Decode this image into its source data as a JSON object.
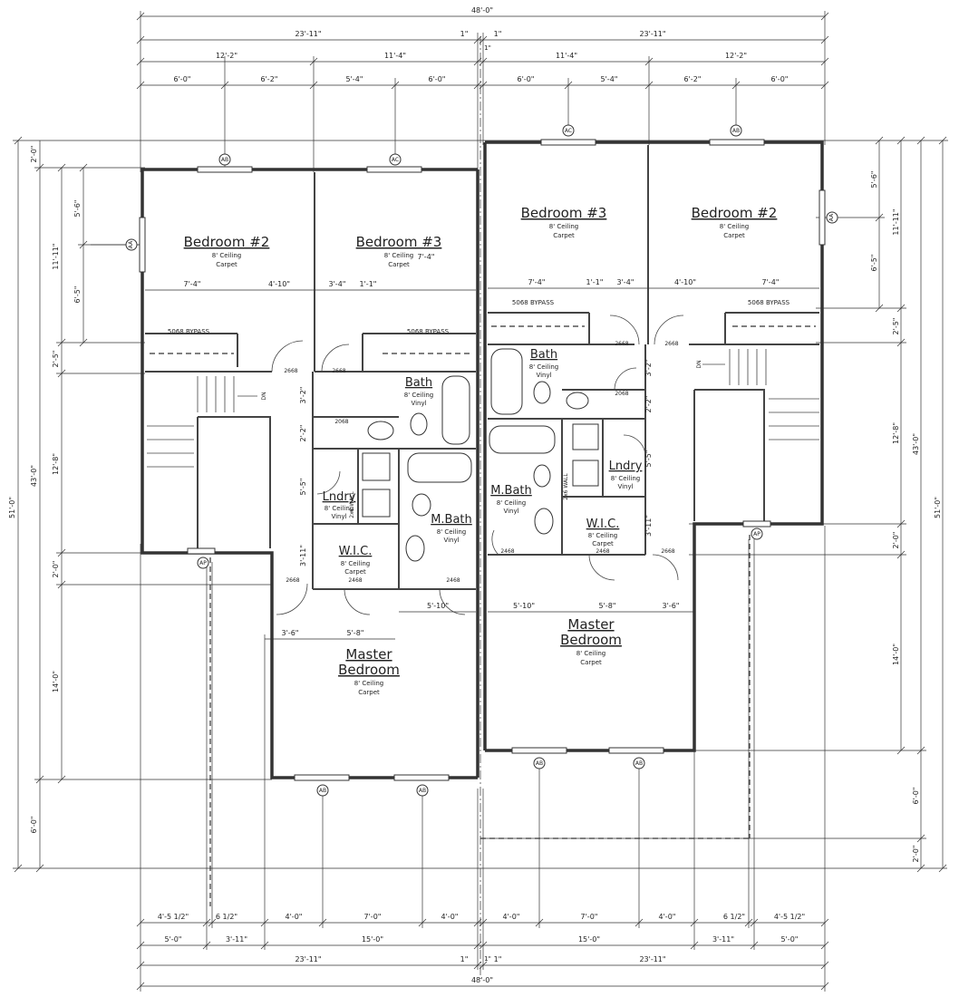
{
  "dims_top": {
    "overall": "48'-0\"",
    "half_left": "23'-11\"",
    "half_right": "23'-11\"",
    "party_l": "1\"",
    "party_r": "1\"",
    "l_a": "12'-2\"",
    "l_b": "11'-4\"",
    "r_a": "11'-4\"",
    "r_b": "12'-2\"",
    "s1": "6'-0\"",
    "s2": "6'-2\"",
    "s3": "5'-4\"",
    "s4": "6'-0\"",
    "s5": "6'-0\"",
    "s6": "5'-4\"",
    "s7": "6'-2\"",
    "s8": "6'-0\""
  },
  "dims_bottom": {
    "a1": "4'-5 1/2\"",
    "a2": "6 1/2\"",
    "a3": "4'-0\"",
    "a4": "7'-0\"",
    "a5": "4'-0\"",
    "a6": "4'-0\"",
    "a7": "7'-0\"",
    "a8": "4'-0\"",
    "a9": "6 1/2\"",
    "a10": "4'-5 1/2\"",
    "b1": "5'-0\"",
    "b2": "3'-11\"",
    "b3": "15'-0\"",
    "b4": "15'-0\"",
    "b5": "3'-11\"",
    "b6": "5'-0\"",
    "c1": "23'-11\"",
    "c2": "1\"",
    "c3": "1\"",
    "c4": "23'-11\"",
    "overall": "48'-0\""
  },
  "dims_left": {
    "overall": "51'-0\"",
    "sub": "43'-0\"",
    "top": "2'-0\"",
    "a": "11'-11\"",
    "a1": "5'-6\"",
    "a2": "6'-5\"",
    "b": "2'-5\"",
    "c": "12'-8\"",
    "d": "2'-0\"",
    "e": "14'-0\"",
    "f": "6'-0\""
  },
  "dims_right": {
    "overall": "51'-0\"",
    "sub": "43'-0\"",
    "a": "11'-11\"",
    "a1": "5'-6\"",
    "a2": "6'-5\"",
    "b": "2'-5\"",
    "c": "12'-8\"",
    "d": "2'-0\"",
    "e": "14'-0\"",
    "f": "6'-0\"",
    "g": "2'-0\""
  },
  "interior": {
    "l1": "7'-4\"",
    "l2": "4'-10\"",
    "l3": "3'-4\"",
    "l4": "1'-1\"",
    "l5": "7'-4\"",
    "r1": "7'-4\"",
    "r2": "1'-1\"",
    "r3": "3'-4\"",
    "r4": "4'-10\"",
    "r5": "7'-4\"",
    "lv1": "3'-2\"",
    "lv2": "2'-2\"",
    "lv3": "5'-5\"",
    "lv4": "3'-11\"",
    "rv1": "3'-2\"",
    "rv2": "2'-2\"",
    "rv3": "5'-5\"",
    "rv4": "3'-11\"",
    "lm1": "5'-10\"",
    "lm2": "3'-6\"",
    "lm3": "5'-8\"",
    "rm1": "5'-10\"",
    "rm2": "5'-8\"",
    "rm3": "3'-6\""
  },
  "rooms_left": {
    "bed2": "Bedroom #2",
    "bed2_c": "8' Ceiling",
    "bed2_f": "Carpet",
    "bed3": "Bedroom #3",
    "bed3_c": "8' Ceiling",
    "bed3_f": "Carpet",
    "bath": "Bath",
    "bath_c": "8' Ceiling",
    "bath_f": "Vinyl",
    "lndry": "Lndry",
    "lndry_c": "8' Ceiling",
    "lndry_f": "Vinyl",
    "mbath": "M.Bath",
    "mbath_c": "8' Ceiling",
    "mbath_f": "Vinyl",
    "wic": "W.I.C.",
    "wic_c": "8' Ceiling",
    "wic_f": "Carpet",
    "master1": "Master",
    "master2": "Bedroom",
    "master_c": "8' Ceiling",
    "master_f": "Carpet"
  },
  "rooms_right": {
    "bed3": "Bedroom #3",
    "bed3_c": "8' Ceiling",
    "bed3_f": "Carpet",
    "bed2": "Bedroom #2",
    "bed2_c": "8' Ceiling",
    "bed2_f": "Carpet",
    "bath": "Bath",
    "bath_c": "8' Ceiling",
    "bath_f": "Vinyl",
    "lndry": "Lndry",
    "lndry_c": "8' Ceiling",
    "lndry_f": "Vinyl",
    "mbath": "M.Bath",
    "mbath_c": "8' Ceiling",
    "mbath_f": "Vinyl",
    "wic": "W.I.C.",
    "wic_c": "8' Ceiling",
    "wic_f": "Carpet",
    "master1": "Master",
    "master2": "Bedroom",
    "master_c": "8' Ceiling",
    "master_f": "Carpet"
  },
  "notes": {
    "bypass": "5068 BYPASS",
    "d2668": "2668",
    "d2468": "2468",
    "d2068": "2068",
    "dn": "DN",
    "wall": "2x6 WALL",
    "party": "1\""
  },
  "tags": {
    "ab": "AB",
    "ac": "AC",
    "aa": "AA",
    "ap": "AP"
  }
}
